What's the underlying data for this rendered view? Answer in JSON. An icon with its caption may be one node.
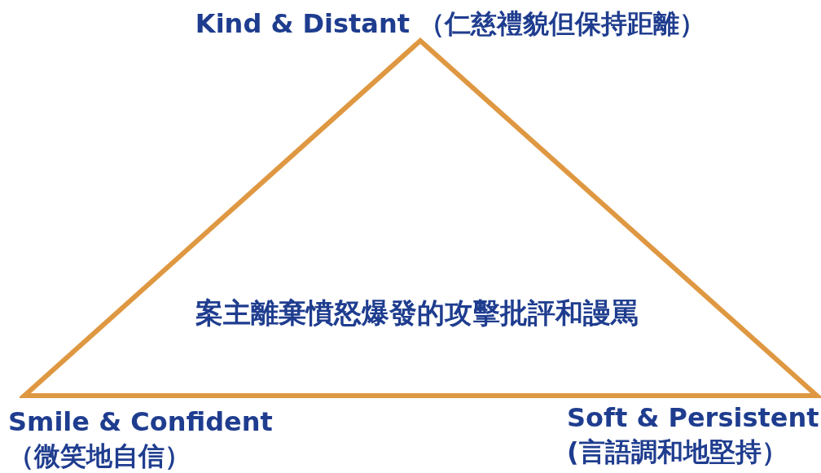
{
  "diagram": {
    "nodes": [
      {
        "text": [
          "案主離棄憤怒爆發的攻擊批評和謾罵"
        ]
      }
    ],
    "labels": [
      "Kind & Distant （仁慈禮貌但保持距離）",
      "Smile & Confident （微笑地自信）",
      "Soft & Persistent (言語調和地堅持）"
    ]
  }
}
